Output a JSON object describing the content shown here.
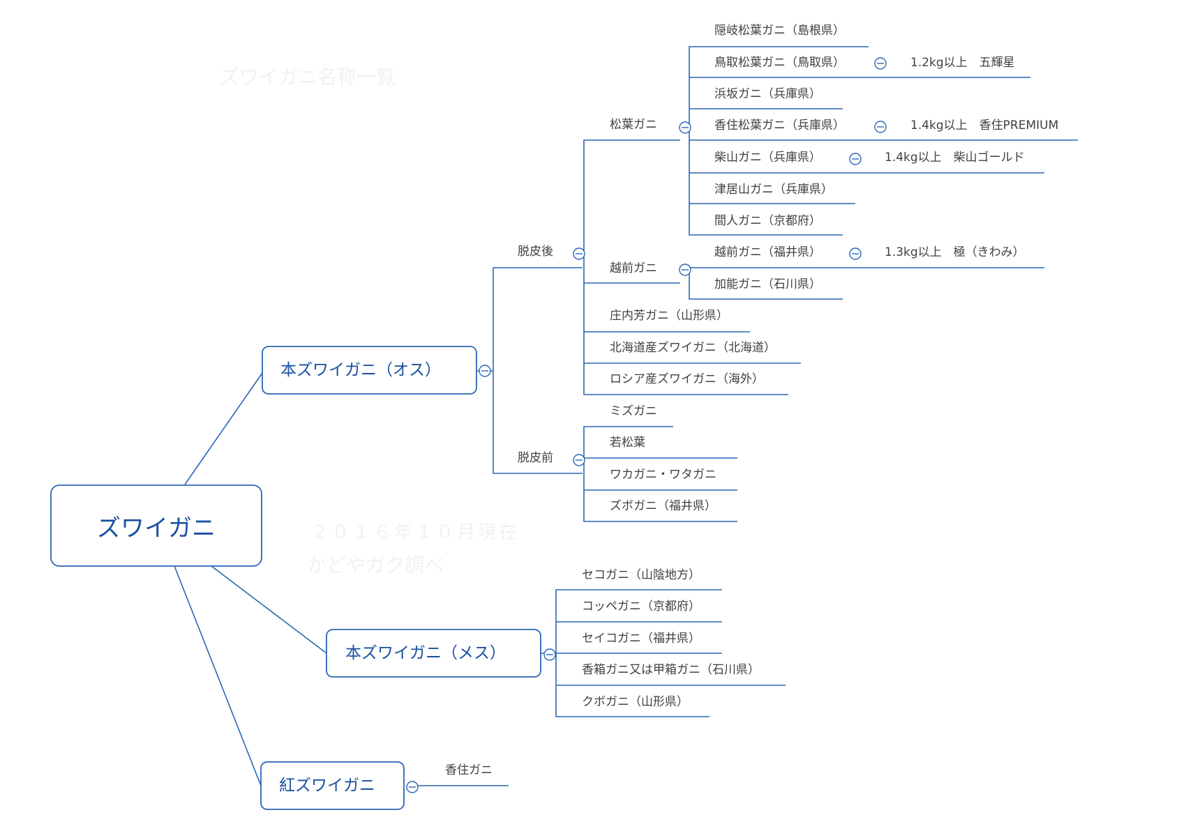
{
  "root": {
    "label": "ズワイガニ"
  },
  "watermark": {
    "title": "ズワイガニ名称一覧",
    "date_line": "２０１６年１０月現在",
    "source_line": "かどやガク調べ"
  },
  "osu": {
    "label": "本ズワイガニ（オス）",
    "after_molt": {
      "label": "脱皮後",
      "matsuba": {
        "label": "松葉ガニ",
        "items": [
          {
            "label": "隠岐松葉ガニ（島根県）"
          },
          {
            "label": "鳥取松葉ガニ（鳥取県）",
            "brand": "1.2kg以上　五輝星"
          },
          {
            "label": "浜坂ガニ（兵庫県）"
          },
          {
            "label": "香住松葉ガニ（兵庫県）",
            "brand": "1.4kg以上　香住PREMIUM"
          },
          {
            "label": "柴山ガニ（兵庫県）",
            "brand": "1.4kg以上　柴山ゴールド"
          },
          {
            "label": "津居山ガニ（兵庫県）"
          },
          {
            "label": "間人ガニ（京都府）"
          }
        ]
      },
      "echizen": {
        "label": "越前ガニ",
        "items": [
          {
            "label": "越前ガニ（福井県）",
            "brand": "1.3kg以上　極（きわみ）"
          },
          {
            "label": "加能ガニ（石川県）"
          }
        ]
      },
      "others": [
        {
          "label": "庄内芳ガニ（山形県）"
        },
        {
          "label": "北海道産ズワイガニ（北海道）"
        },
        {
          "label": "ロシア産ズワイガニ（海外）"
        }
      ]
    },
    "before_molt": {
      "label": "脱皮前",
      "items": [
        {
          "label": "ミズガニ"
        },
        {
          "label": "若松葉"
        },
        {
          "label": "ワカガニ・ワタガニ"
        },
        {
          "label": "ズボガニ（福井県）"
        }
      ]
    }
  },
  "mesu": {
    "label": "本ズワイガニ（メス）",
    "items": [
      {
        "label": "セコガニ（山陰地方）"
      },
      {
        "label": "コッペガニ（京都府）"
      },
      {
        "label": "セイコガニ（福井県）"
      },
      {
        "label": "香箱ガニ又は甲箱ガニ（石川県）"
      },
      {
        "label": "クボガニ（山形県）"
      }
    ]
  },
  "beni": {
    "label": "紅ズワイガニ",
    "items": [
      {
        "label": "香住ガニ"
      }
    ]
  },
  "colors": {
    "line": "#2a66b5",
    "node_text": "#1a4fa0",
    "leaf_text": "#3f3f3f",
    "watermark": "#f1f1f1"
  }
}
